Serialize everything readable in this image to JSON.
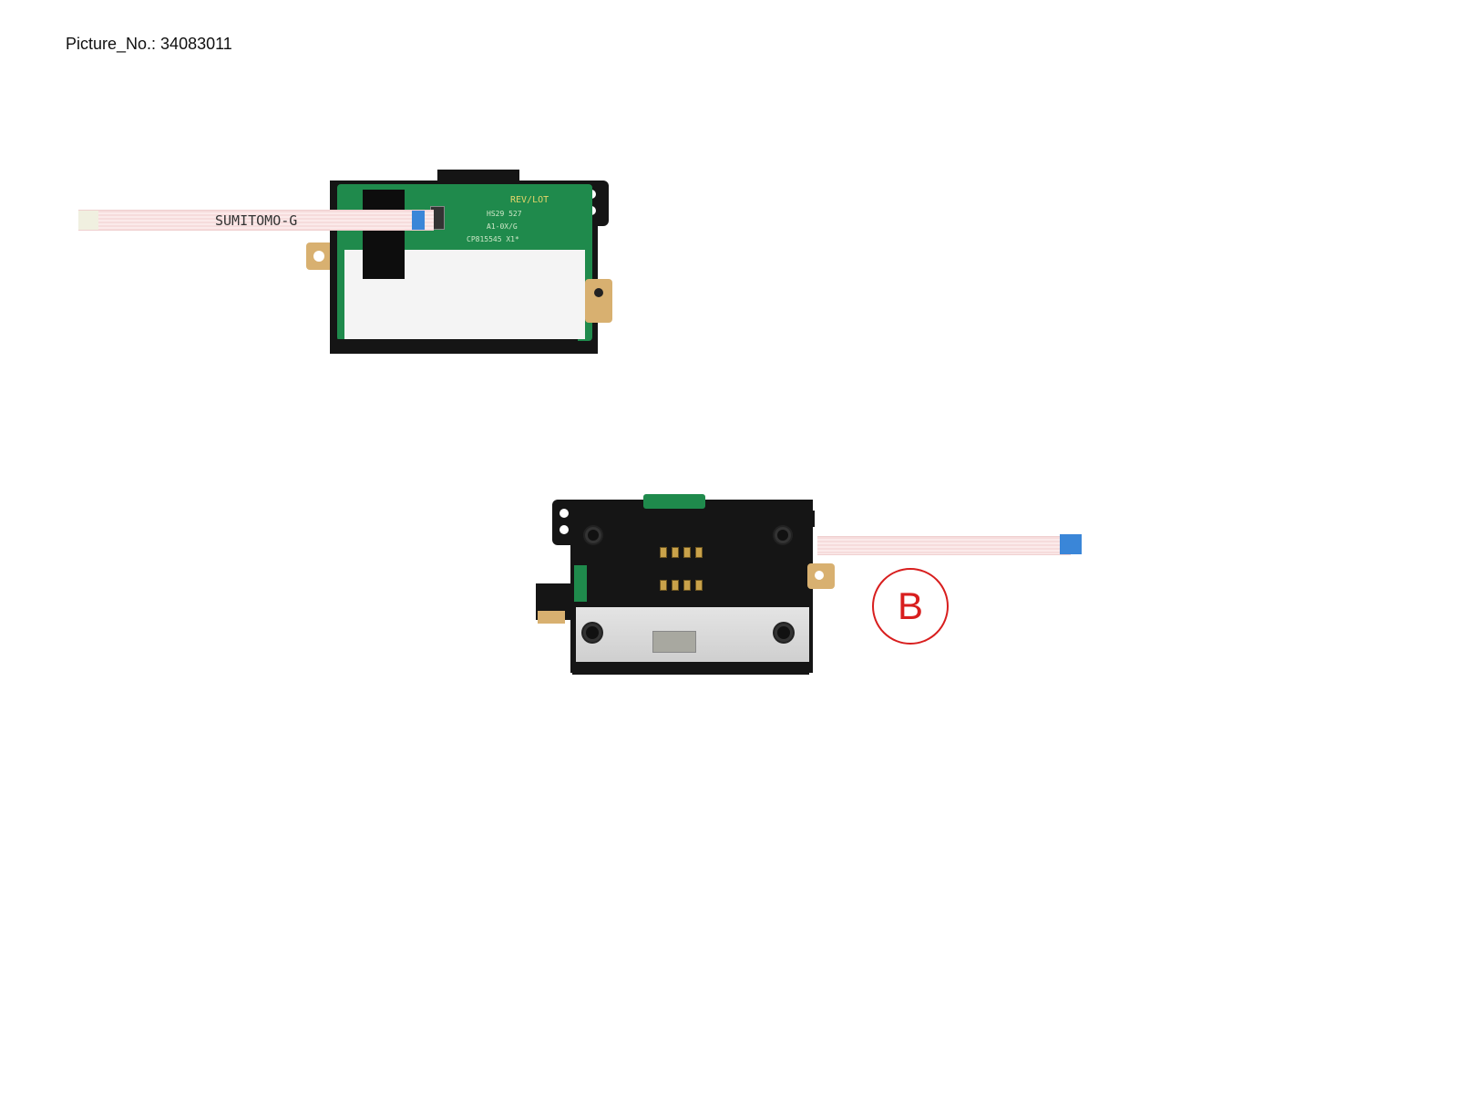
{
  "title": "Picture_No.: 34083011",
  "top_view": {
    "cable_label": "SUMITOMO-G",
    "silkscreen": [
      "REV/LOT",
      "HS29 527",
      "A1-0X/G",
      "CP815545 X1*"
    ]
  },
  "bottom_view": {
    "callout_label": "B"
  },
  "colors": {
    "pcb": "#1f8a4c",
    "callout": "#d81e1e",
    "cable_tip": "#3a86d8"
  }
}
